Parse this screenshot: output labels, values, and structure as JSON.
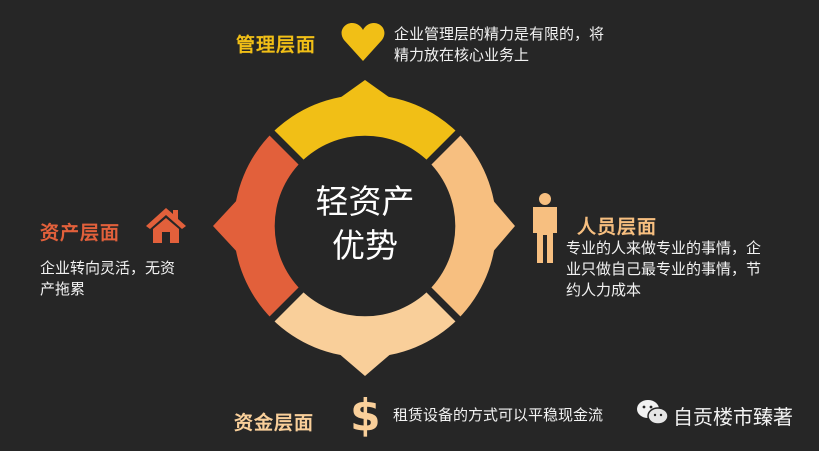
{
  "center": {
    "line1": "轻资产",
    "line2": "优势"
  },
  "colors": {
    "background": "#262626",
    "management": "#f1bf16",
    "personnel": "#f7bf80",
    "capital": "#f9cf9a",
    "assets": "#e2603b",
    "text": "#f2f2f2"
  },
  "sections": {
    "management": {
      "title": "管理层面",
      "icon": "heart-icon",
      "line1": "企业管理层的精力是有限的，将",
      "line2": "精力放在核心业务上"
    },
    "assets": {
      "title": "资产层面",
      "icon": "house-icon",
      "line1": "企业转向灵活，无资",
      "line2": "产拖累"
    },
    "personnel": {
      "title": "人员层面",
      "icon": "person-icon",
      "line1": "专业的人来做专业的事情，企",
      "line2": "业只做自己最专业的事情，节",
      "line3": "约人力成本"
    },
    "capital": {
      "title": "资金层面",
      "icon": "dollar-icon",
      "line1": "租赁设备的方式可以平稳现金流"
    }
  },
  "watermark": {
    "icon": "wechat-icon",
    "text": "自贡楼市臻著"
  }
}
